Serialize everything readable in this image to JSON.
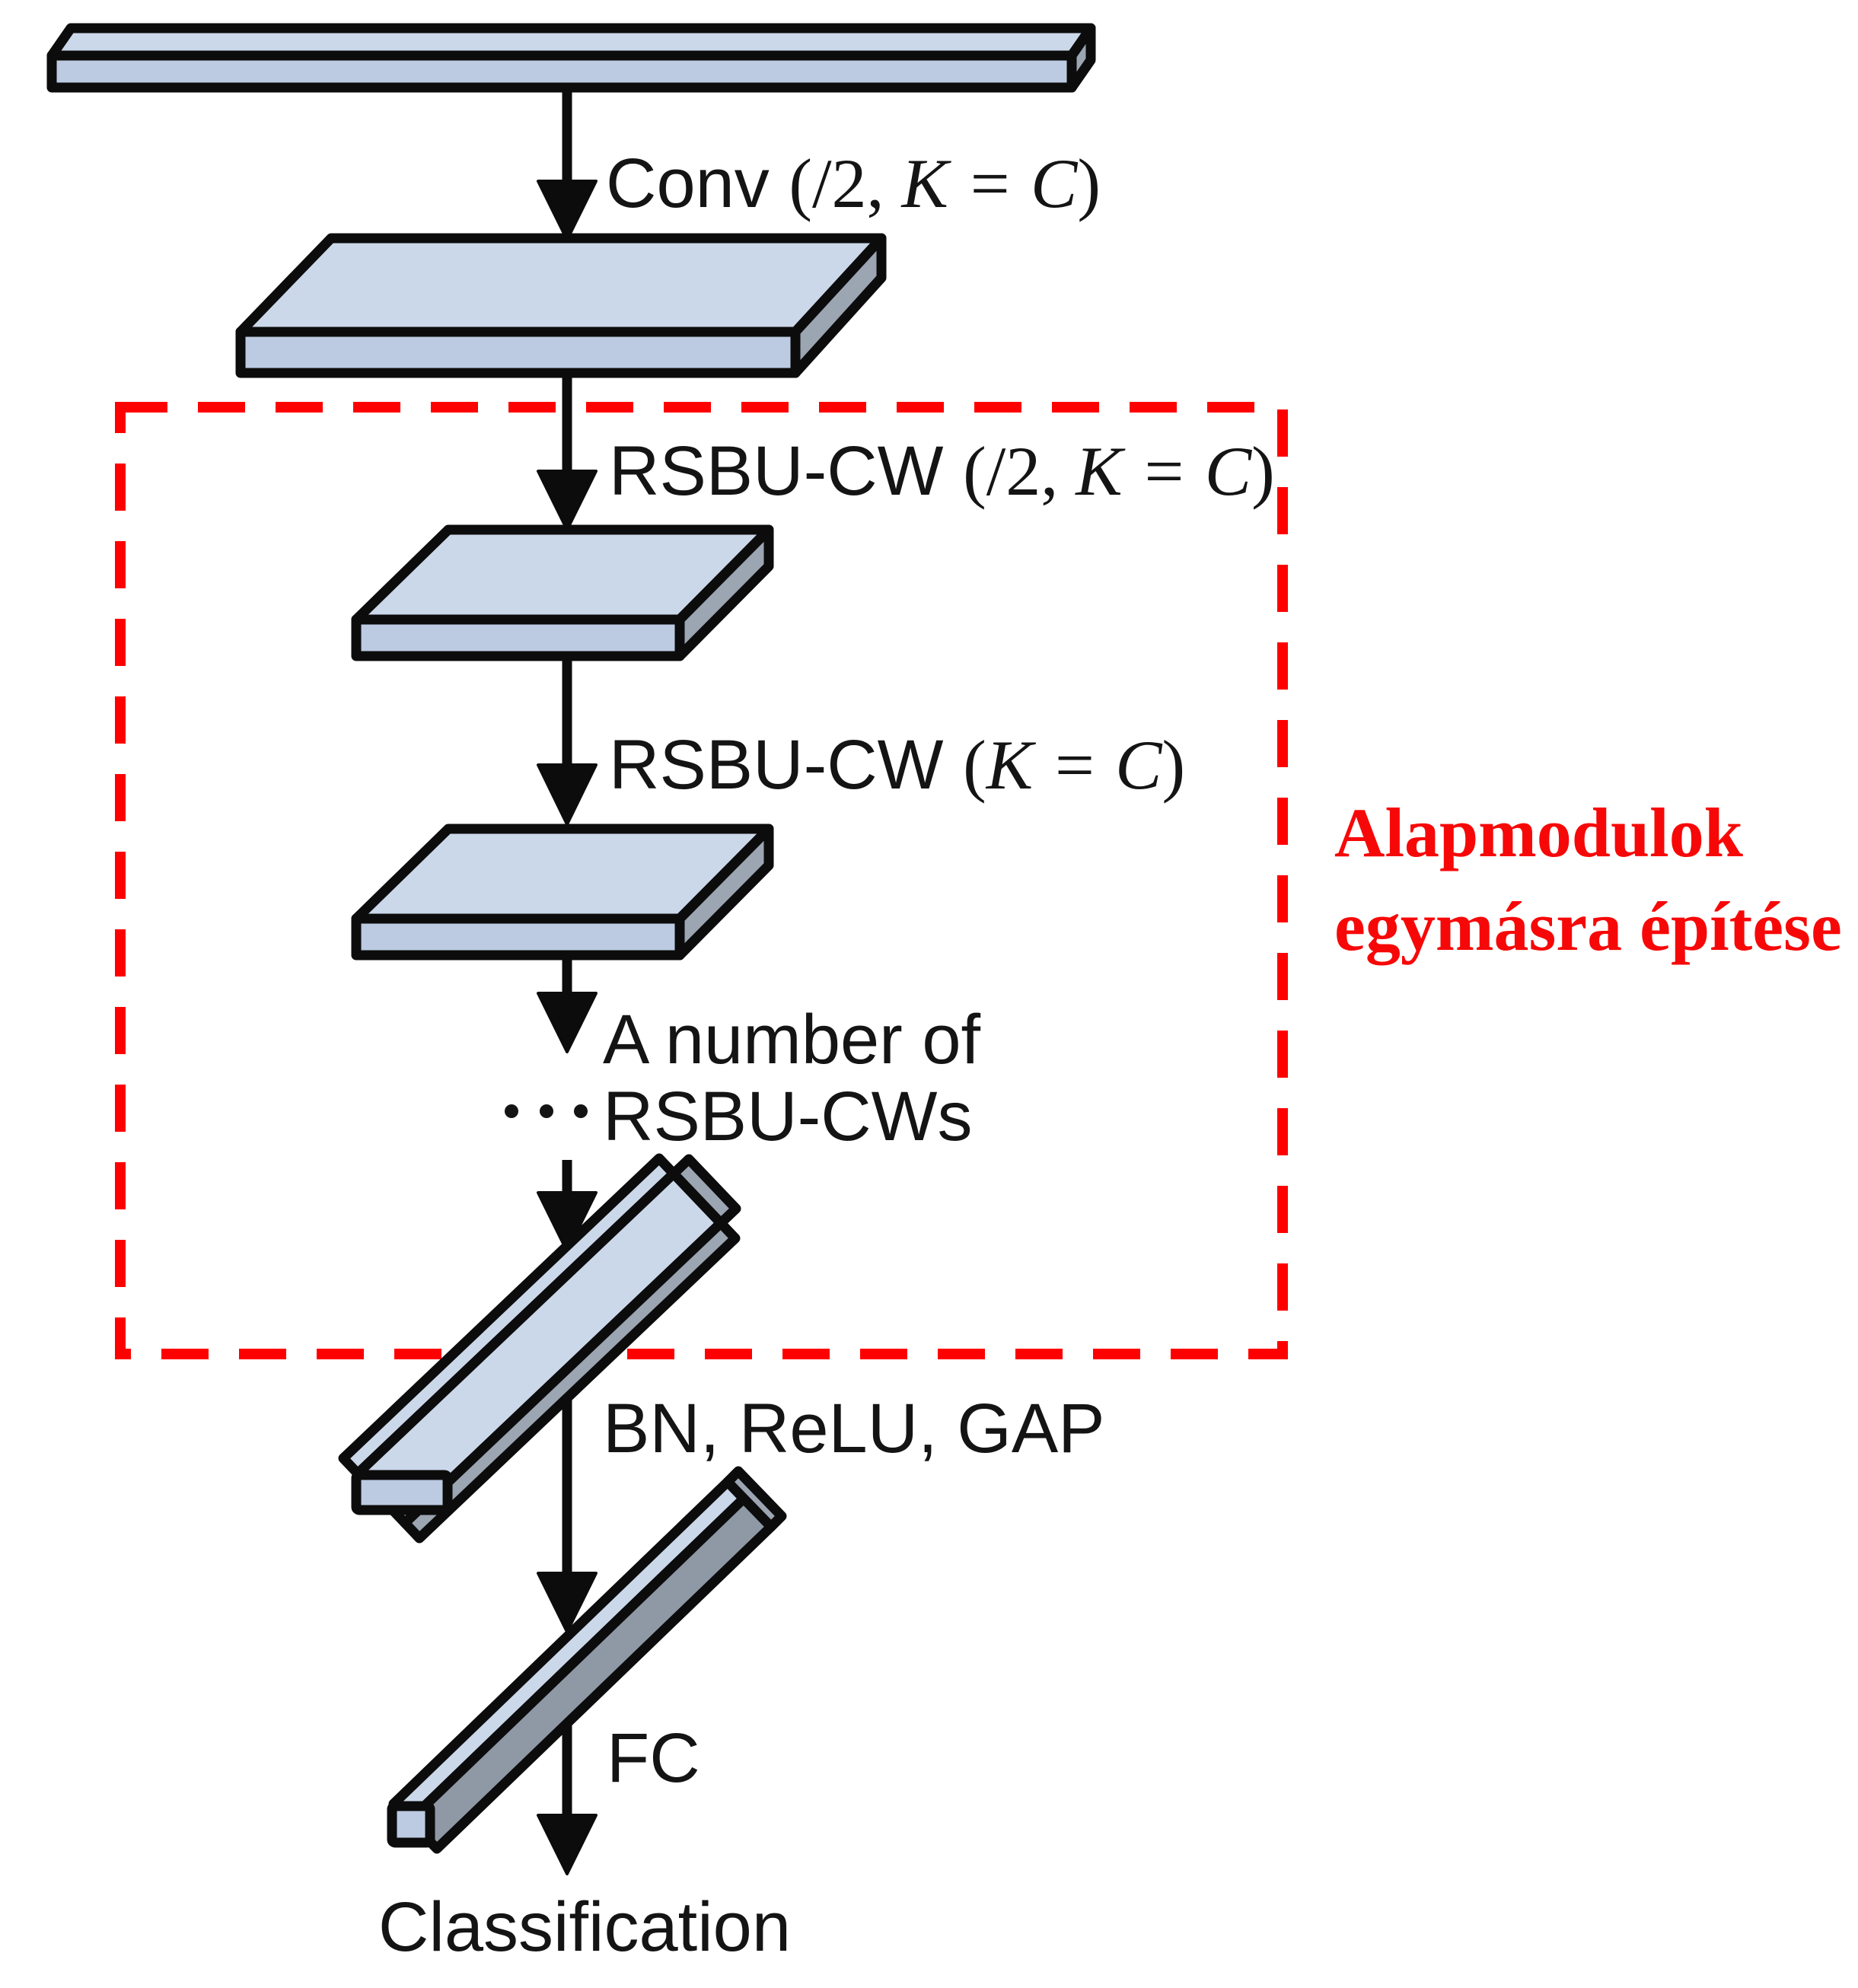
{
  "diagram": {
    "title": "Deep residual shrinkage network (DRSN-CW) architecture",
    "labels": {
      "conv": {
        "pre": "Conv ",
        "paren": "(/2, ",
        "math": "K = C",
        "close": ")"
      },
      "rsbu_downsample": {
        "pre": "RSBU-CW ",
        "paren": "(/2, ",
        "math": "K = C",
        "close": ")"
      },
      "rsbu": {
        "pre": "RSBU-CW ",
        "paren": "(",
        "math": "K = C",
        "close": ")"
      },
      "stack_note_line1": "A number of",
      "stack_note_line2": "RSBU-CWs",
      "bn_relu_gap": "BN, ReLU, GAP",
      "fc": "FC",
      "classification": "Classification"
    },
    "annotation": {
      "line1": "Alapmodulok",
      "line2": "egymásra építése"
    },
    "colors": {
      "background": "#ffffff",
      "outline": "#0c0c0c",
      "slab_top": "#cbd8ea",
      "slab_front": "#bccbe2",
      "slab_side": "#9ca5b2",
      "bar_gray": "#8f99a6",
      "dashed_box": "#ff0000",
      "annotation_text": "#f70808"
    }
  }
}
